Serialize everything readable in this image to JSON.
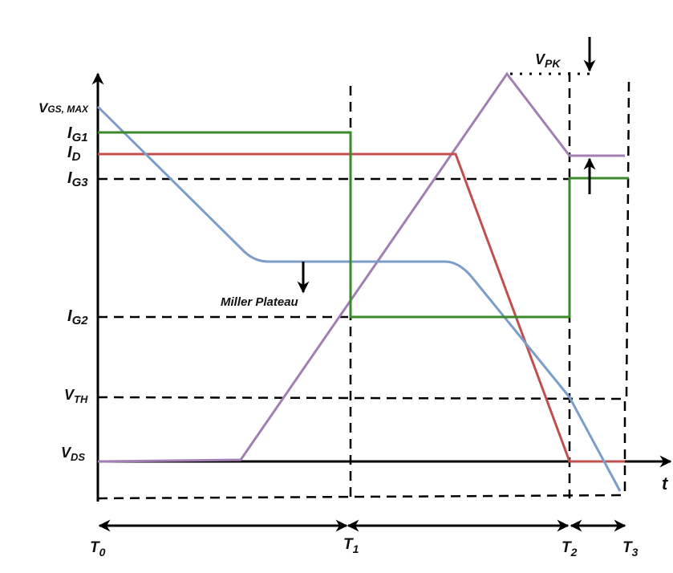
{
  "colors": {
    "ig": "#3a8a2a",
    "id": "#c0504d",
    "vgs": "#7c9cc9",
    "vds": "#a17fb3",
    "axis": "#000000"
  },
  "labels": {
    "vgs_max": {
      "main": "V",
      "sub": "GS, MAX"
    },
    "ig1": {
      "main": "I",
      "sub": "G1"
    },
    "id": {
      "main": "I",
      "sub": "D"
    },
    "ig3": {
      "main": "I",
      "sub": "G3"
    },
    "ig2": {
      "main": "I",
      "sub": "G2"
    },
    "vth": {
      "main": "V",
      "sub": "TH"
    },
    "vds": {
      "main": "V",
      "sub": "DS"
    },
    "vpk": {
      "main": "V",
      "sub": "PK"
    },
    "t_axis": "t",
    "miller": "Miller Plateau",
    "t0": {
      "main": "T",
      "sub": "0"
    },
    "t1": {
      "main": "T",
      "sub": "1"
    },
    "t2": {
      "main": "T",
      "sub": "2"
    },
    "t3": {
      "main": "T",
      "sub": "3"
    }
  }
}
